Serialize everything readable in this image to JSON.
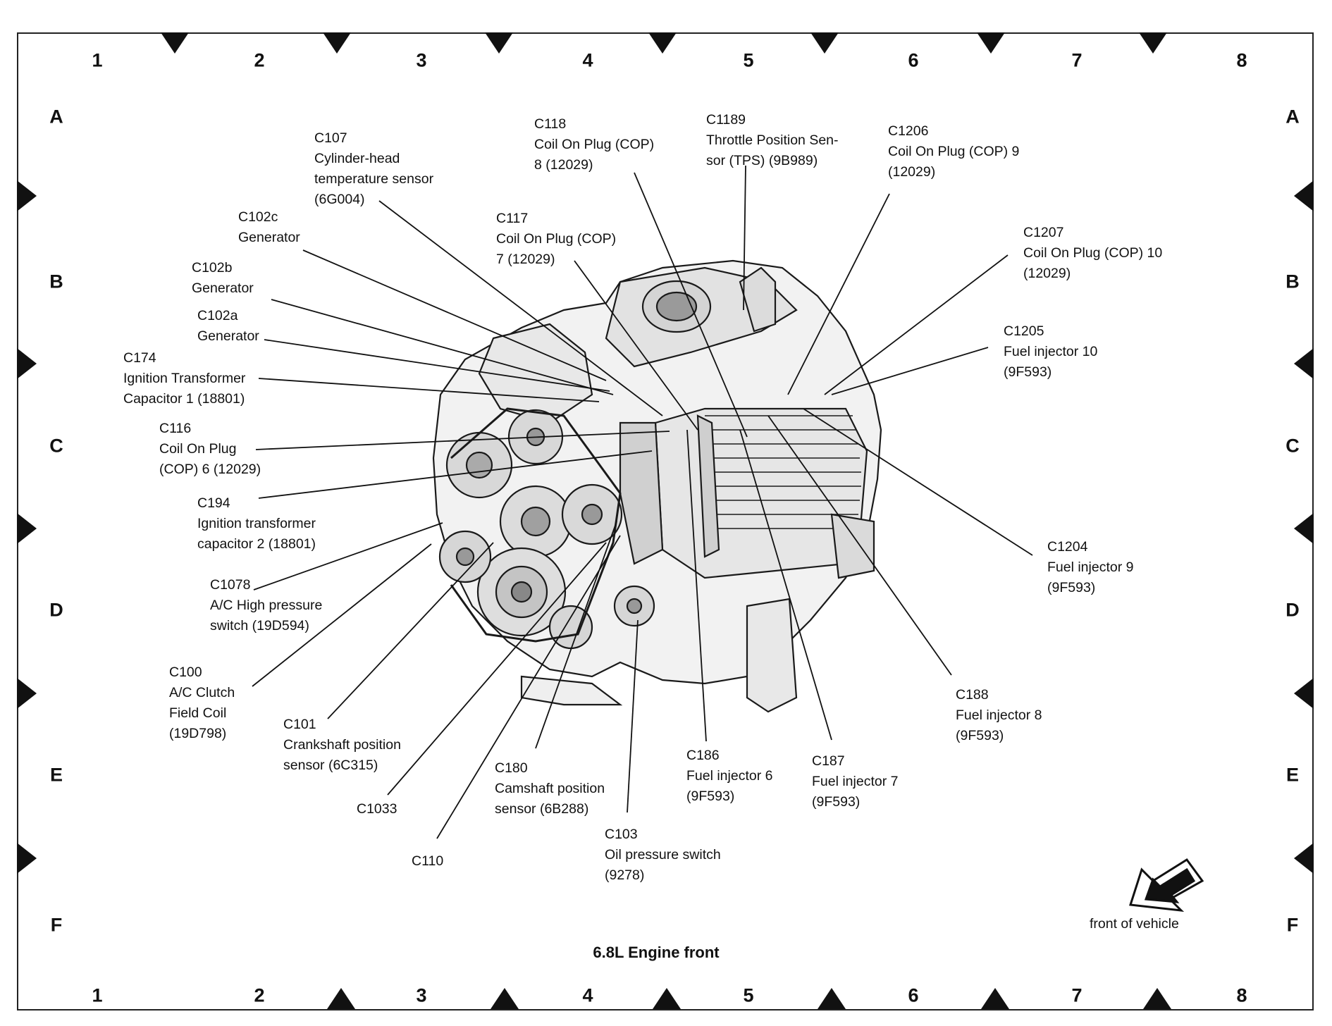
{
  "title": "6.8L Engine front",
  "front_label": "front of vehicle",
  "grid": {
    "columns": [
      "1",
      "2",
      "3",
      "4",
      "5",
      "6",
      "7",
      "8"
    ],
    "rows": [
      "A",
      "B",
      "C",
      "D",
      "E",
      "F"
    ]
  },
  "callouts": [
    {
      "id": "c107",
      "lines": [
        "C107",
        "Cylinder-head",
        "temperature sensor",
        "(6G004)"
      ]
    },
    {
      "id": "c118",
      "lines": [
        "C118",
        "Coil On Plug (COP)",
        "8 (12029)"
      ]
    },
    {
      "id": "c1189",
      "lines": [
        "C1189",
        "Throttle Position Sen-",
        "sor (TPS) (9B989)"
      ]
    },
    {
      "id": "c1206",
      "lines": [
        "C1206",
        "Coil On Plug (COP) 9",
        "(12029)"
      ]
    },
    {
      "id": "c102c",
      "lines": [
        "C102c",
        "Generator"
      ]
    },
    {
      "id": "c117",
      "lines": [
        "C117",
        "Coil On Plug (COP)",
        "7 (12029)"
      ]
    },
    {
      "id": "c1207",
      "lines": [
        "C1207",
        "Coil On Plug (COP) 10",
        "(12029)"
      ]
    },
    {
      "id": "c102b",
      "lines": [
        "C102b",
        "Generator"
      ]
    },
    {
      "id": "c102a",
      "lines": [
        "C102a",
        "Generator"
      ]
    },
    {
      "id": "c1205",
      "lines": [
        "C1205",
        "Fuel injector 10",
        "(9F593)"
      ]
    },
    {
      "id": "c174",
      "lines": [
        "C174",
        "Ignition Transformer",
        "Capacitor 1 (18801)"
      ]
    },
    {
      "id": "c116",
      "lines": [
        "C116",
        "Coil On Plug",
        "(COP) 6 (12029)"
      ]
    },
    {
      "id": "c194",
      "lines": [
        "C194",
        "Ignition transformer",
        "capacitor 2 (18801)"
      ]
    },
    {
      "id": "c1204",
      "lines": [
        "C1204",
        "Fuel injector 9",
        "(9F593)"
      ]
    },
    {
      "id": "c1078",
      "lines": [
        "C1078",
        "A/C High pressure",
        "switch (19D594)"
      ]
    },
    {
      "id": "c100",
      "lines": [
        "C100",
        "A/C Clutch",
        "Field Coil",
        "(19D798)"
      ]
    },
    {
      "id": "c188",
      "lines": [
        "C188",
        "Fuel injector 8",
        "(9F593)"
      ]
    },
    {
      "id": "c101",
      "lines": [
        "C101",
        "Crankshaft position",
        "sensor (6C315)"
      ]
    },
    {
      "id": "c186",
      "lines": [
        "C186",
        "Fuel injector 6",
        "(9F593)"
      ]
    },
    {
      "id": "c187",
      "lines": [
        "C187",
        "Fuel injector 7",
        "(9F593)"
      ]
    },
    {
      "id": "c180",
      "lines": [
        "C180",
        "Camshaft position",
        "sensor (6B288)"
      ]
    },
    {
      "id": "c1033",
      "lines": [
        "C1033"
      ]
    },
    {
      "id": "c103",
      "lines": [
        "C103",
        "Oil pressure switch",
        "(9278)"
      ]
    },
    {
      "id": "c110",
      "lines": [
        "C110"
      ]
    }
  ]
}
